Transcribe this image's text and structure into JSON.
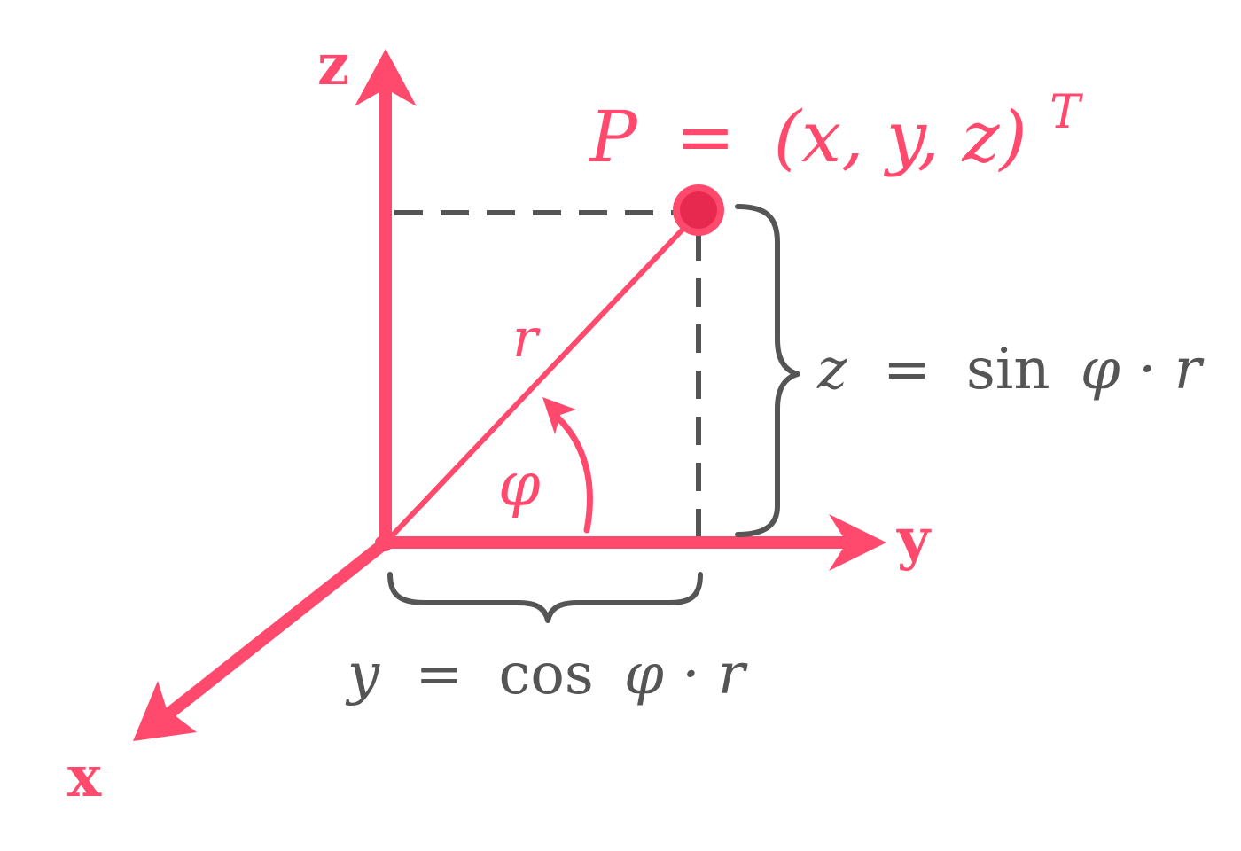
{
  "colors": {
    "accent": "#ff4a6e",
    "point_fill": "#e8294f",
    "gray": "#555555",
    "background": "#ffffff"
  },
  "axes": {
    "z_label": "z",
    "y_label": "y",
    "x_label": "x"
  },
  "point": {
    "label": "P",
    "equals": "=",
    "tuple": "(x, y, z)",
    "superscript": "T"
  },
  "radius_label": "r",
  "angle_label": "φ",
  "z_formula": {
    "lhs": "z",
    "eq": "=",
    "fn": "sin",
    "rest": "φ · r"
  },
  "y_formula": {
    "lhs": "y",
    "eq": "=",
    "fn": "cos",
    "rest": "φ · r"
  }
}
